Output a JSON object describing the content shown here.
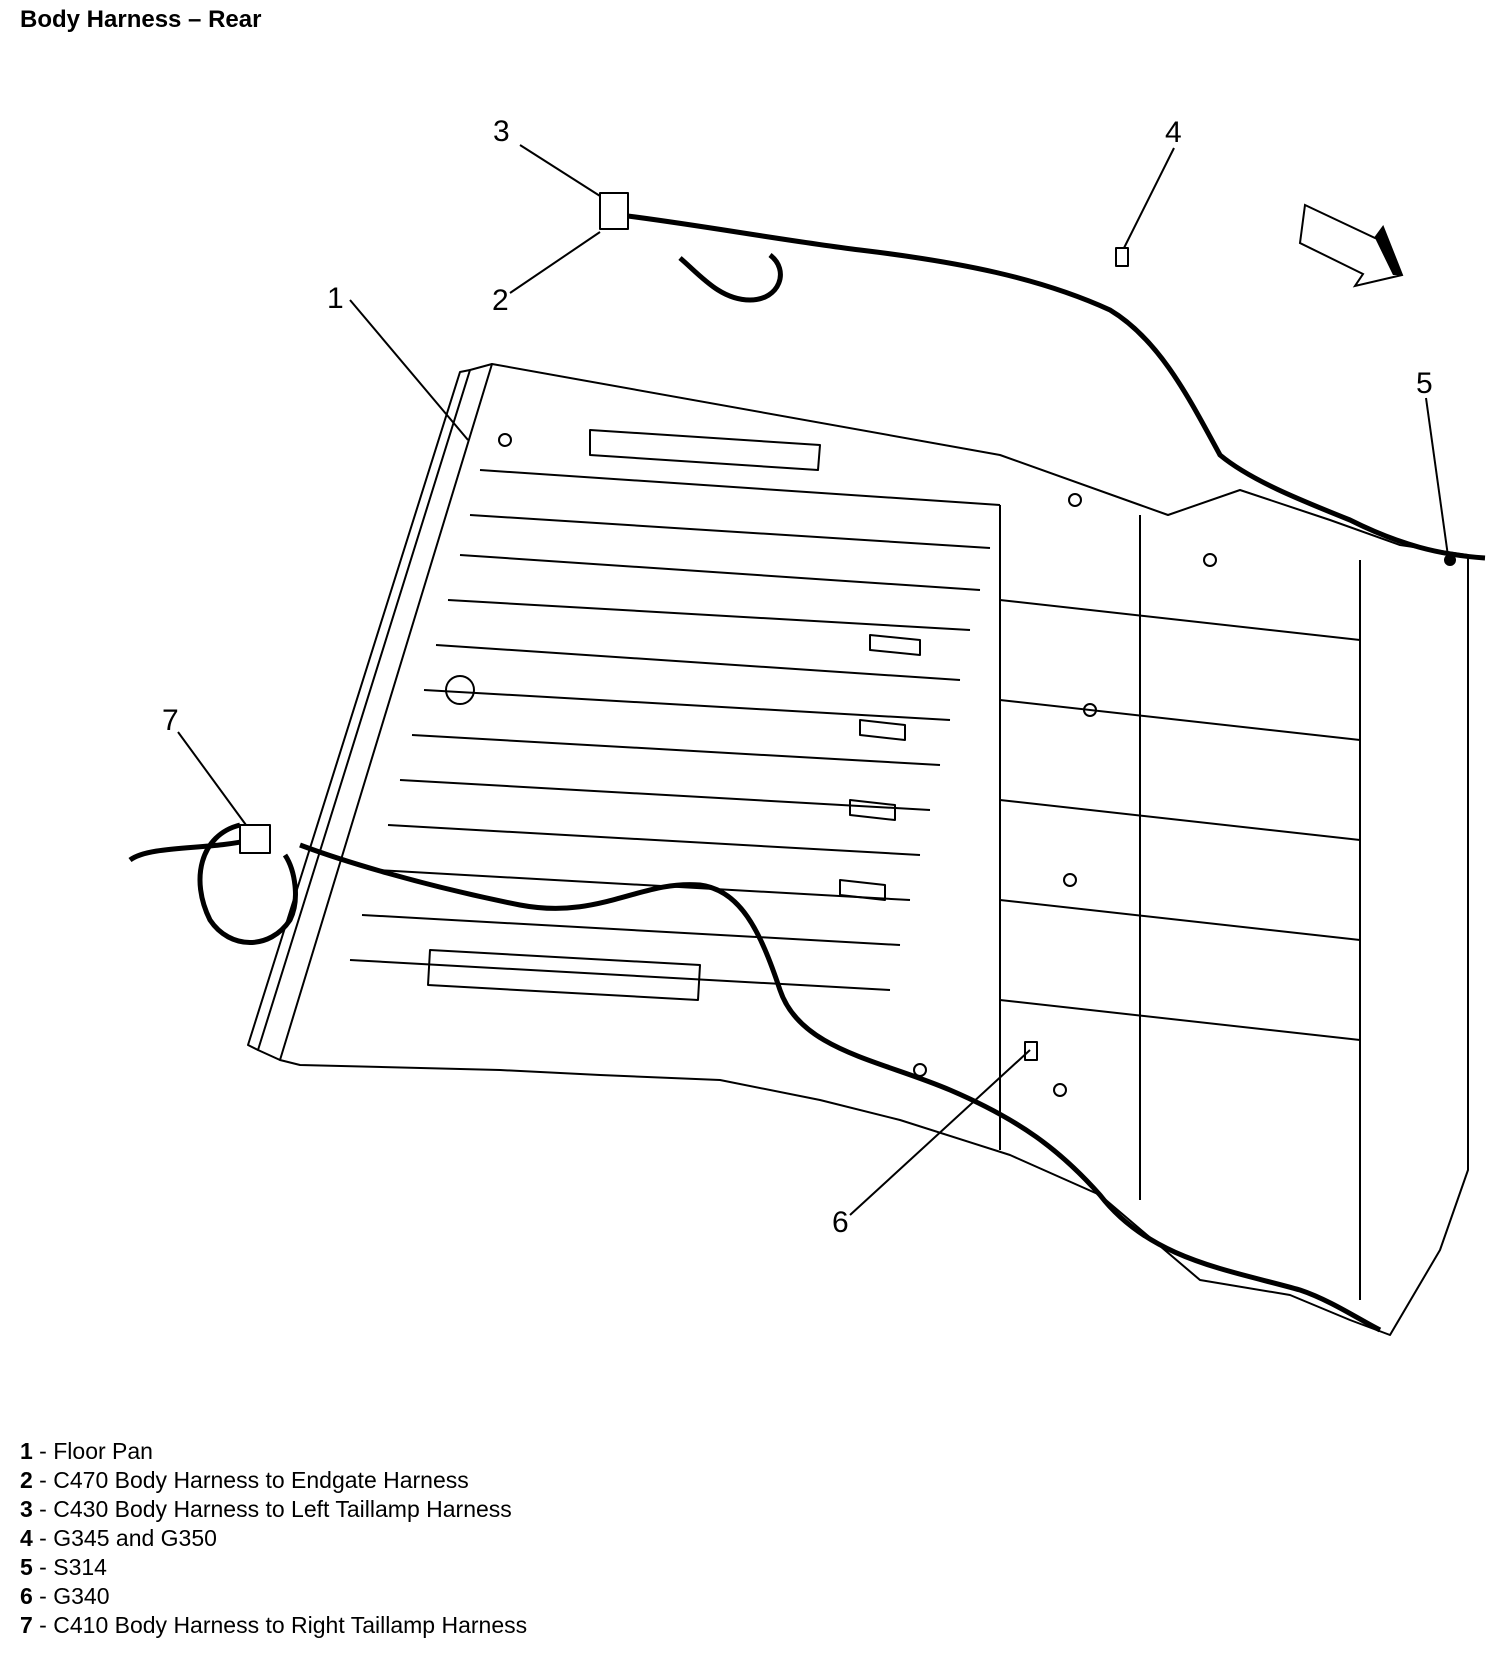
{
  "title": "Body Harness – Rear",
  "callouts": [
    "1",
    "2",
    "3",
    "4",
    "5",
    "6",
    "7"
  ],
  "legend": [
    {
      "num": "1",
      "sep": " - ",
      "text": "Floor Pan"
    },
    {
      "num": "2",
      "sep": " - ",
      "text": "C470 Body Harness to Endgate Harness"
    },
    {
      "num": "3",
      "sep": " - ",
      "text": "C430 Body Harness to Left Taillamp Harness"
    },
    {
      "num": "4",
      "sep": " - ",
      "text": "G345 and G350"
    },
    {
      "num": "5",
      "sep": " - ",
      "text": "S314"
    },
    {
      "num": "6",
      "sep": " - ",
      "text": "G340"
    },
    {
      "num": "7",
      "sep": " - ",
      "text": "C410 Body Harness to Right Taillamp Harness"
    }
  ],
  "icons": {
    "direction": "forward-arrow-icon"
  }
}
